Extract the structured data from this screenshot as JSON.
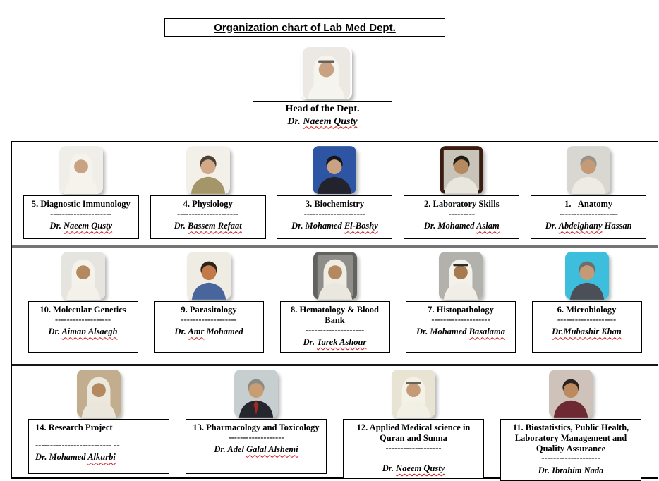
{
  "title": "Organization chart of Lab Med Dept.",
  "head": {
    "role": "Head of the Dept.",
    "doctor": {
      "pre": "Dr. ",
      "wavy": "Naeem Qusty",
      "post": ""
    },
    "photo": {
      "bg": "#ece9e4",
      "torso": "#f6f4ef",
      "skin": "#c9a183",
      "headwear": "#f6f4ef",
      "band": "#6b6257"
    }
  },
  "rows": [
    {
      "units": [
        {
          "id": "5-diagnostic-immunology",
          "title": "5. Diagnostic Immunology",
          "dashes": "---------------------",
          "doctor": {
            "pre": "Dr. ",
            "wavy": "Naeem Qusty",
            "post": ""
          },
          "photo": {
            "bg": "#f0eee8",
            "torso": "#f5f3ec",
            "skin": "#c9a183",
            "headwear": "#f5f3ec"
          }
        },
        {
          "id": "4-physiology",
          "title": "4. Physiology",
          "dashes": "---------------------",
          "doctor": {
            "pre": "Dr. ",
            "wavy": "Bassem Refaat",
            "post": ""
          },
          "photo": {
            "bg": "#f3f0e9",
            "torso": "#a49668",
            "skin": "#d2a988",
            "hair": "#4a4238"
          }
        },
        {
          "id": "3-biochemistry",
          "title": "3. Biochemistry",
          "dashes": "---------------------",
          "doctor": {
            "pre": "Dr. Mohamed ",
            "wavy": "El-Boshy",
            "post": ""
          },
          "photo": {
            "bg": "#2e55a3",
            "torso": "#23232e",
            "skin": "#c9a183",
            "hair": "#15151a"
          }
        },
        {
          "id": "2-laboratory-skills",
          "title": "2. Laboratory Skills",
          "dashes": "---------",
          "doctor": {
            "pre": "Dr. Mohamed ",
            "wavy": "Aslam",
            "post": ""
          },
          "photo": {
            "frame": "#3a1c10",
            "bg": "#c9c4ba",
            "torso": "#e9e6de",
            "skin": "#b5895f",
            "hair": "#1f1a12"
          }
        },
        {
          "id": "1-anatomy",
          "title": "1.   Anatomy",
          "dashes": "--------------------",
          "doctor": {
            "pre": "Dr. ",
            "wavy": "Abdelghany",
            "post": " Hassan"
          },
          "photo": {
            "bg": "#d8d7d2",
            "torso": "#edebe4",
            "skin": "#c59a77",
            "hair": "#9a9287"
          }
        }
      ]
    },
    {
      "units": [
        {
          "id": "10-molecular-genetics",
          "title": "10. Molecular Genetics",
          "dashes": "-------------------",
          "doctor": {
            "pre": "Dr. ",
            "wavy": "Aiman Alsaegh",
            "post": ""
          },
          "photo": {
            "bg": "#e6e4df",
            "torso": "#f3f1ea",
            "skin": "#b5895f",
            "headwear": "#f4f2eb"
          }
        },
        {
          "id": "9-parasitology",
          "title": "9. Parasitology",
          "dashes": "-------------------",
          "doctor": {
            "pre": "Dr. ",
            "wavy": "Amr",
            "post": " Mohamed"
          },
          "photo": {
            "bg": "#efece3",
            "torso": "#48659c",
            "skin": "#c27a4a",
            "hair": "#2d2318"
          }
        },
        {
          "id": "8-hematology-blood-bank",
          "title": "8. Hematology & Blood Bank",
          "dashes": "--------------------",
          "doctor": {
            "pre": "Dr. ",
            "wavy": "Tarek Ashour",
            "post": ""
          },
          "photo": {
            "frame": "#63625e",
            "bg": "#8e8d89",
            "torso": "#eae7df",
            "skin": "#b5895f",
            "headwear": "#efece3"
          }
        },
        {
          "id": "7-histopathology",
          "title": "7. Histopathology",
          "dashes": "--------------------",
          "doctor": {
            "pre": "Dr. Mohamed ",
            "wavy": "Basalama",
            "post": ""
          },
          "photo": {
            "bg": "#b2b1ac",
            "torso": "#f0eee7",
            "skin": "#a87a50",
            "headwear": "#f3f1ea",
            "band": "#2c2c2c"
          }
        },
        {
          "id": "6-microbiology",
          "title": "6. Microbiology",
          "dashes": "--------------------",
          "doctor": {
            "pre": "",
            "wavy": "Dr.Mubashir Khan",
            "post": ""
          },
          "photo": {
            "bg": "#3dbedc",
            "torso": "#4c4f58",
            "skin": "#c59a77",
            "hair": "#6e6e6e"
          }
        }
      ]
    },
    {
      "units": [
        {
          "id": "14-research-project",
          "title": "14. Research Project",
          "dashes": "-------------------------- --",
          "align": "left",
          "gap_title": true,
          "doctor": {
            "pre": "Dr. Mohamed ",
            "wavy": "Alkurbi",
            "post": ""
          },
          "photo": {
            "bg": "#c2ae8e",
            "torso": "#eae6dc",
            "skin": "#b5895f",
            "headwear": "#ece8dd"
          }
        },
        {
          "id": "13-pharmacology-toxicology",
          "title": "13. Pharmacology and Toxicology",
          "dashes": "-------------------",
          "doctor": {
            "pre": "Dr. Adel ",
            "wavy": "Galal Alshemi",
            "post": ""
          },
          "photo": {
            "bg": "#c6ced0",
            "torso": "#26262f",
            "skin": "#c99d72",
            "hair": "#8b8b86",
            "tie": "#a12a22"
          }
        },
        {
          "id": "12-applied-medical-science",
          "title": "12. Applied Medical science in Quran and Sunna",
          "dashes": "-------------------",
          "gap_name": true,
          "doctor": {
            "pre": "Dr. ",
            "wavy": "Naeem Qusty",
            "post": ""
          },
          "photo": {
            "bg": "#e8e3d2",
            "torso": "#f2efe5",
            "skin": "#c59a77",
            "headwear": "#f4f1e7",
            "band": "#6b6257"
          }
        },
        {
          "id": "11-biostatistics-public-health",
          "title": "11. Biostatistics, Public Health, Laboratory Management and Quality Assurance",
          "dashes": "--------------------",
          "doctor": {
            "pre": "Dr. Ibrahim Nada",
            "wavy": "",
            "post": ""
          },
          "photo": {
            "bg": "#cfc2ba",
            "torso": "#6e2a33",
            "skin": "#bd8a5f",
            "hair": "#2b241e"
          }
        }
      ]
    }
  ]
}
